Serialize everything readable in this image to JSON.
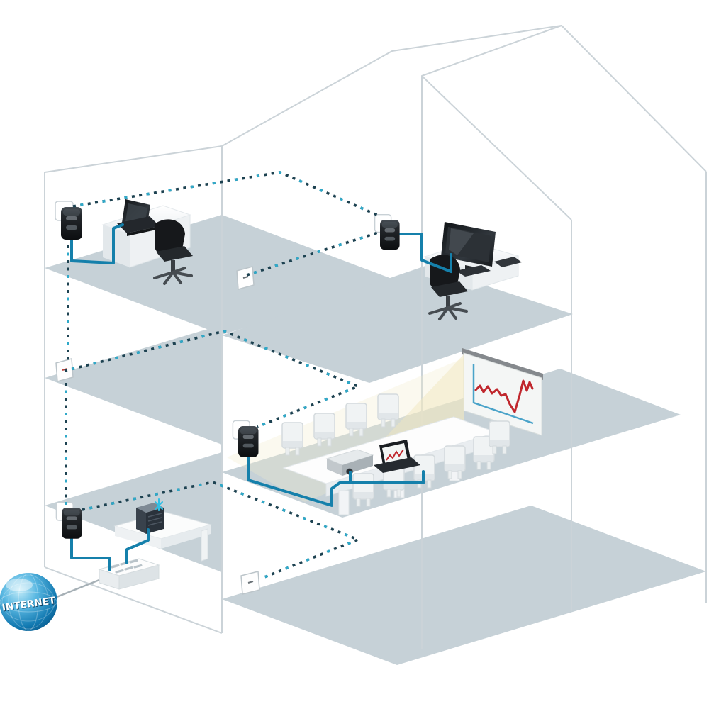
{
  "diagram": {
    "kind": "powerline-home-network-cutaway-diagram",
    "internet_label": "INTERNET",
    "floors": [
      {
        "name": "top-floor",
        "contents": [
          "office-desk-laptop-left",
          "office-desk-monitor-right"
        ]
      },
      {
        "name": "middle-floor",
        "contents": [
          "conference-room-with-projector-and-screen"
        ]
      },
      {
        "name": "ground-floor",
        "contents": [
          "nas-shelf",
          "router-to-internet"
        ]
      }
    ],
    "devices": [
      {
        "id": "powerline-adapter-top-left",
        "type": "powerline-adapter"
      },
      {
        "id": "powerline-adapter-top-right",
        "type": "powerline-adapter"
      },
      {
        "id": "powerline-adapter-conference",
        "type": "powerline-adapter"
      },
      {
        "id": "powerline-adapter-ground",
        "type": "powerline-adapter"
      },
      {
        "id": "laptop-top-left",
        "type": "laptop"
      },
      {
        "id": "desktop-monitor-top-right",
        "type": "desktop-computer"
      },
      {
        "id": "laptop-conference",
        "type": "laptop-with-red-chart"
      },
      {
        "id": "projector-conference",
        "type": "projector"
      },
      {
        "id": "projection-screen",
        "type": "screen-with-red-line-chart"
      },
      {
        "id": "nas-ground",
        "type": "network-storage-box"
      },
      {
        "id": "router-ground",
        "type": "dsl-router"
      },
      {
        "id": "internet-globe",
        "type": "internet-globe"
      }
    ],
    "links": {
      "wall_outlets": 3,
      "powerline_dotted_segments": 6,
      "ethernet_cables": 5,
      "internet_uplink": 1
    }
  },
  "colors": {
    "floor_gray": "#c6d1d7",
    "outline_gray": "#cbd3d8",
    "cable_teal": "#1580ab",
    "dotted_dark": "#1d4251",
    "dotted_accent": "#2fa9c9",
    "beam_cream": "#f3ecca",
    "chart_red": "#c0272d",
    "chart_axis_blue": "#4aa3c9",
    "globe_blue": "#1686bd",
    "adapter_black": "#17191c"
  }
}
